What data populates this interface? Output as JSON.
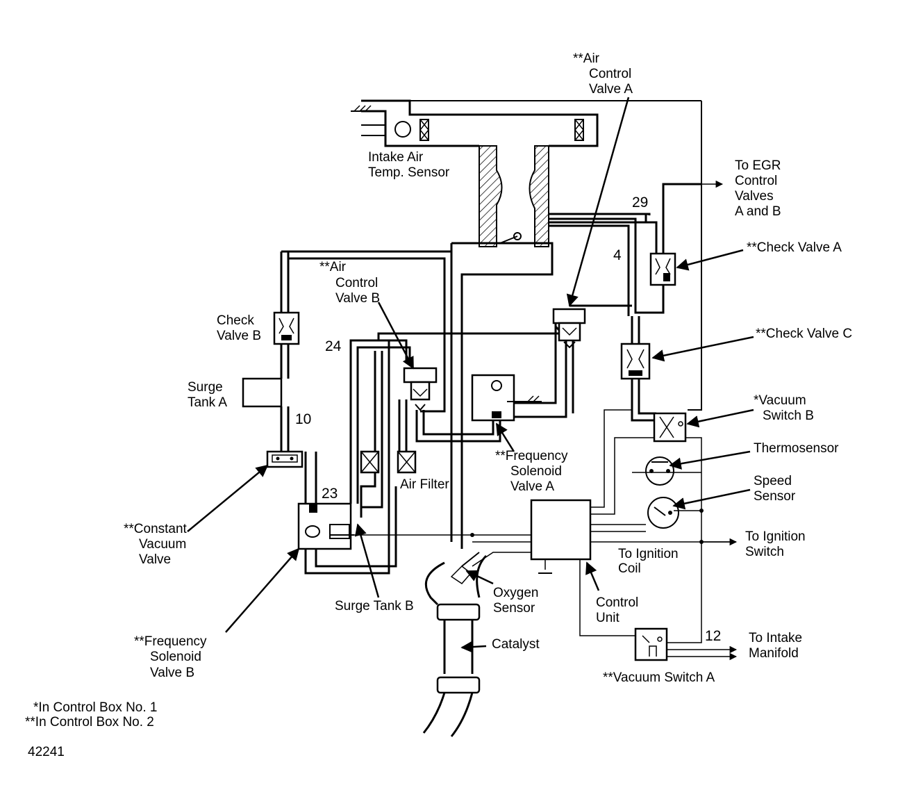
{
  "figure_id": "42241",
  "footnotes": {
    "single": "*In Control Box No. 1",
    "double": "**In Control Box No. 2"
  },
  "labels": {
    "air_control_valve_a": [
      "**Air",
      "Control",
      "Valve A"
    ],
    "intake_air_temp_sensor": [
      "Intake Air",
      "Temp. Sensor"
    ],
    "to_egr": [
      "To EGR",
      "Control",
      "Valves",
      "A and B"
    ],
    "check_valve_a": "**Check Valve A",
    "air_control_valve_b": [
      "**Air",
      "Control",
      "Valve B"
    ],
    "check_valve_b": [
      "Check",
      "Valve B"
    ],
    "check_valve_c": "**Check Valve C",
    "surge_tank_a": [
      "Surge",
      "Tank A"
    ],
    "vacuum_switch_b": [
      "*Vacuum",
      "Switch B"
    ],
    "thermosensor": "Thermosensor",
    "freq_solenoid_a": [
      "**Frequency",
      "Solenoid",
      "Valve A"
    ],
    "air_filter": "Air Filter",
    "speed_sensor": [
      "Speed",
      "Sensor"
    ],
    "constant_vacuum_valve": [
      "**Constant",
      "Vacuum",
      "Valve"
    ],
    "to_ignition_switch": [
      "To Ignition",
      "Switch"
    ],
    "to_ignition_coil": [
      "To Ignition",
      "Coil"
    ],
    "surge_tank_b": "Surge Tank B",
    "oxygen_sensor": [
      "Oxygen",
      "Sensor"
    ],
    "control_unit": [
      "Control",
      "Unit"
    ],
    "freq_solenoid_b": [
      "**Frequency",
      "Solenoid",
      "Valve B"
    ],
    "catalyst": "Catalyst",
    "to_intake_manifold": [
      "To Intake",
      "Manifold"
    ],
    "vacuum_switch_a": "**Vacuum Switch A"
  },
  "numbers": {
    "n29": "29",
    "n4": "4",
    "n24": "24",
    "n10": "10",
    "n23": "23",
    "n12": "12"
  }
}
